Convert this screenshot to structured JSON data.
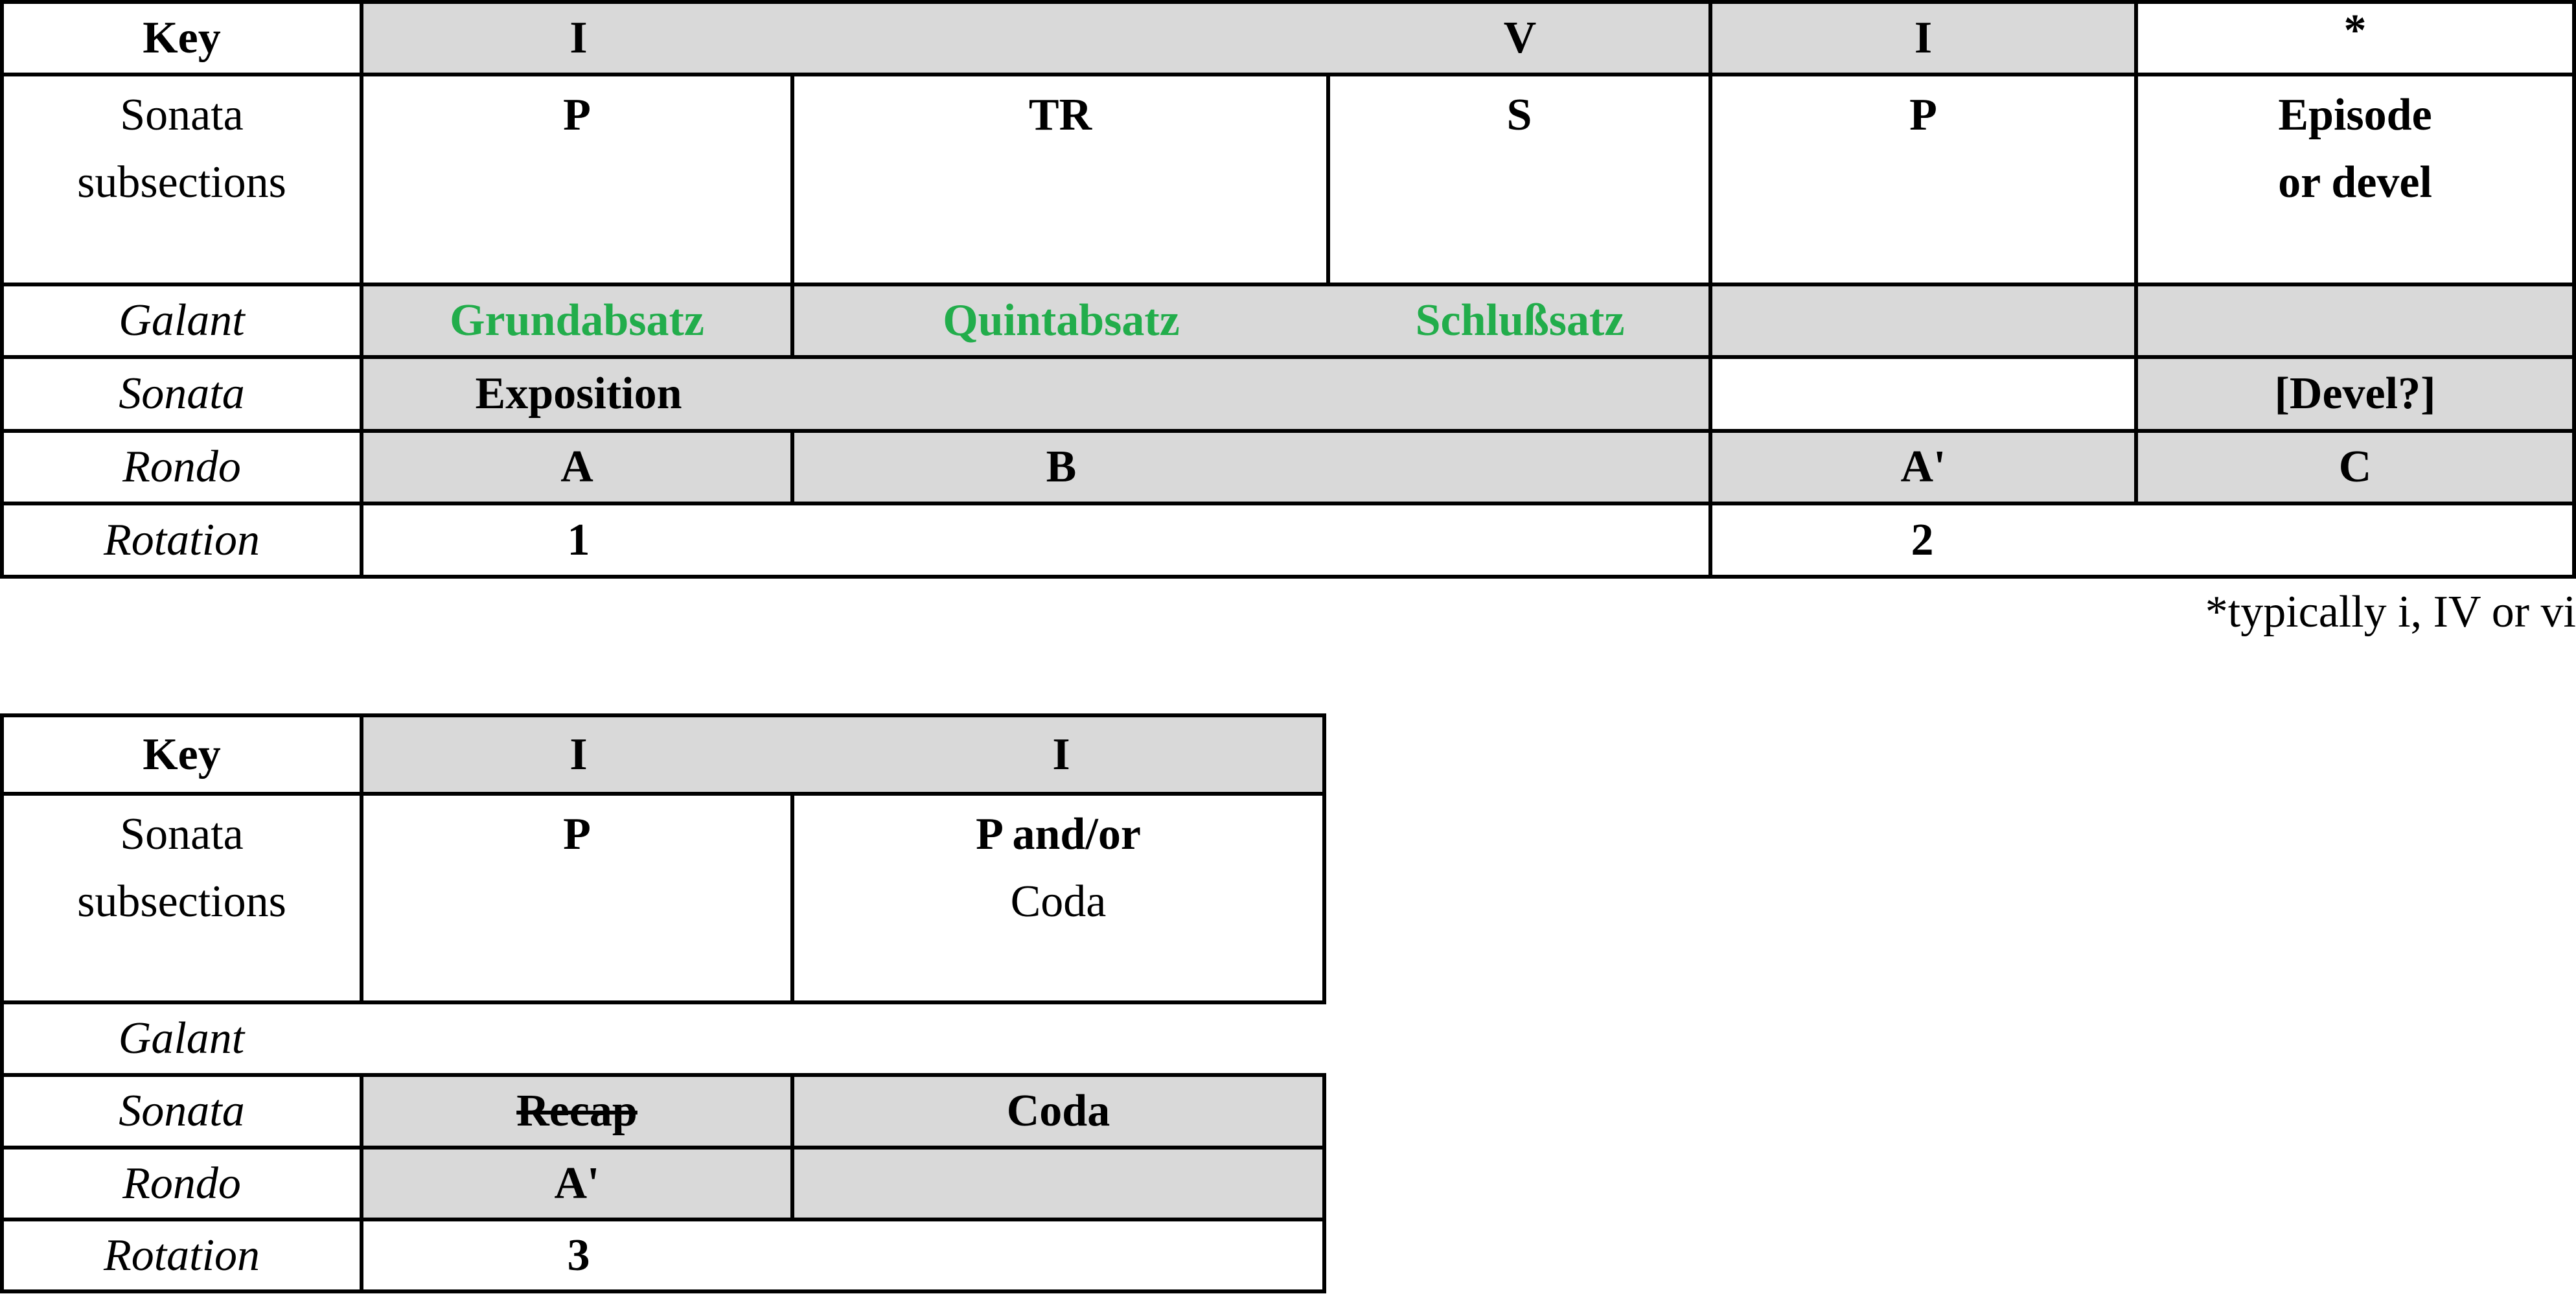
{
  "table1": {
    "row_labels": {
      "key": "Key",
      "subsections_line1": "Sonata",
      "subsections_line2": "subsections",
      "galant": "Galant",
      "sonata": "Sonata",
      "rondo": "Rondo",
      "rotation": "Rotation"
    },
    "key": [
      "I",
      "V",
      "I",
      "*"
    ],
    "subsections": [
      "P",
      "TR",
      "S",
      "P",
      "Episode",
      "or devel"
    ],
    "galant": [
      "Grundabsatz",
      "Quintabsatz",
      "Schlußsatz"
    ],
    "sonata": [
      "Exposition",
      "[Devel?]"
    ],
    "rondo": [
      "A",
      "B",
      "A'",
      "C"
    ],
    "rotation": [
      "1",
      "2"
    ]
  },
  "footnote": "*typically i, IV or vi",
  "table2": {
    "row_labels": {
      "key": "Key",
      "subsections_line1": "Sonata",
      "subsections_line2": "subsections",
      "galant": "Galant",
      "sonata": "Sonata",
      "rondo": "Rondo",
      "rotation": "Rotation"
    },
    "key": [
      "I",
      "I"
    ],
    "subsections": [
      "P",
      "P and/or",
      "Coda"
    ],
    "sonata": [
      "Recap",
      "Coda"
    ],
    "rondo": [
      "A'"
    ],
    "rotation": [
      "3"
    ]
  },
  "colors": {
    "grey": "#d9d9d9",
    "green": "#22ad4b"
  }
}
